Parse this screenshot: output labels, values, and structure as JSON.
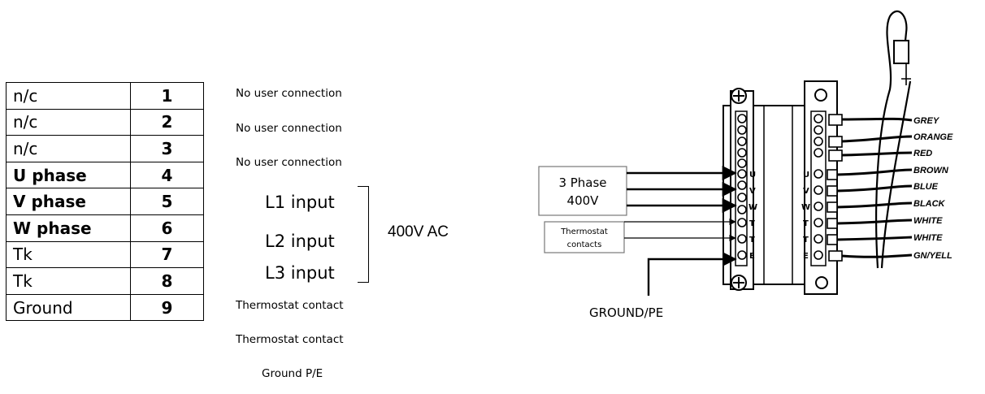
{
  "pins": [
    {
      "name": "n/c",
      "number": "1",
      "bold": false,
      "description": "No user connection"
    },
    {
      "name": "n/c",
      "number": "2",
      "bold": false,
      "description": "No user connection"
    },
    {
      "name": "n/c",
      "number": "3",
      "bold": false,
      "description": "No user connection"
    },
    {
      "name": "U phase",
      "number": "4",
      "bold": true,
      "description": "L1 input"
    },
    {
      "name": "V phase",
      "number": "5",
      "bold": true,
      "description": "L2 input"
    },
    {
      "name": "W phase",
      "number": "6",
      "bold": true,
      "description": "L3 input"
    },
    {
      "name": "Tk",
      "number": "7",
      "bold": false,
      "description": "Thermostat contact"
    },
    {
      "name": "Tk",
      "number": "8",
      "bold": false,
      "description": "Thermostat contact"
    },
    {
      "name": "Ground",
      "number": "9",
      "bold": false,
      "description": "Ground P/E"
    }
  ],
  "supply_label": "400V AC",
  "diagram": {
    "phase_box": {
      "line1": "3 Phase",
      "line2": "400V"
    },
    "thermostat_box": {
      "line1": "Thermostat",
      "line2": "contacts"
    },
    "ground_label": "GROUND/PE",
    "left_terminal_letters": [
      "U",
      "V",
      "W",
      "T",
      "T",
      "E"
    ],
    "right_terminal_letters": [
      "U",
      "V",
      "W",
      "T",
      "T",
      "E"
    ],
    "wire_colors": [
      "GREY",
      "ORANGE",
      "RED",
      "BROWN",
      "BLUE",
      "BLACK",
      "WHITE",
      "WHITE",
      "GN/YELL"
    ]
  }
}
